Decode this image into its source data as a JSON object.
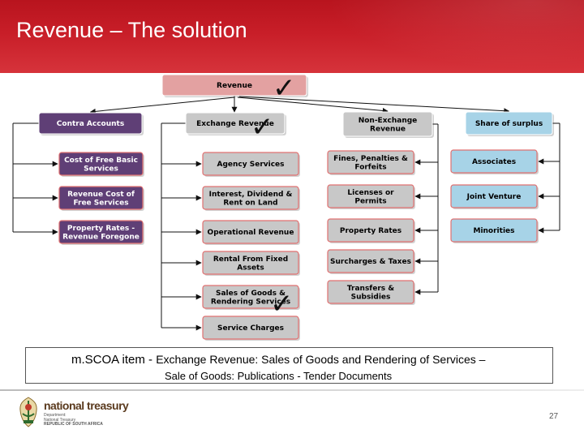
{
  "slide": {
    "title": "Revenue – The solution",
    "page_number": "27"
  },
  "diagram": {
    "root": "Revenue",
    "contra": {
      "label": "Contra Accounts",
      "children": [
        "Cost of Free Basic Services",
        "Revenue Cost of Free Services",
        "Property Rates - Revenue Foregone"
      ]
    },
    "exchange": {
      "label": "Exchange Revenue",
      "children": [
        "Agency Services",
        "Interest, Dividend & Rent on Land",
        "Operational Revenue",
        "Rental From Fixed Assets",
        "Sales of Goods & Rendering Services",
        "Service Charges"
      ]
    },
    "non_exchange": {
      "label": "Non-Exchange Revenue",
      "children": [
        "Fines, Penalties & Forfeits",
        "Licenses or Permits",
        "Property Rates",
        "Surcharges & Taxes",
        "Transfers & Subsidies"
      ]
    },
    "surplus": {
      "label": "Share of surplus",
      "children": [
        "Associates",
        "Joint Venture",
        "Minorities"
      ]
    },
    "colors": {
      "root": "#e3a1a1",
      "contra": "#5f3f76",
      "grey": "#c8c8c8",
      "blue": "#a7d3e7",
      "outline": "#e07070"
    },
    "check_marks": [
      "Revenue",
      "Exchange Revenue",
      "Sales of Goods & Rendering Services"
    ]
  },
  "caption": {
    "lead": "m.SCOA item - ",
    "line1": "Exchange Revenue: Sales of Goods and Rendering of Services –",
    "line2": "Sale of Goods: Publications - Tender Documents"
  },
  "footer": {
    "org_name": "national treasury",
    "org_sub": [
      "Department:",
      "National Treasury",
      "REPUBLIC OF SOUTH AFRICA"
    ]
  }
}
